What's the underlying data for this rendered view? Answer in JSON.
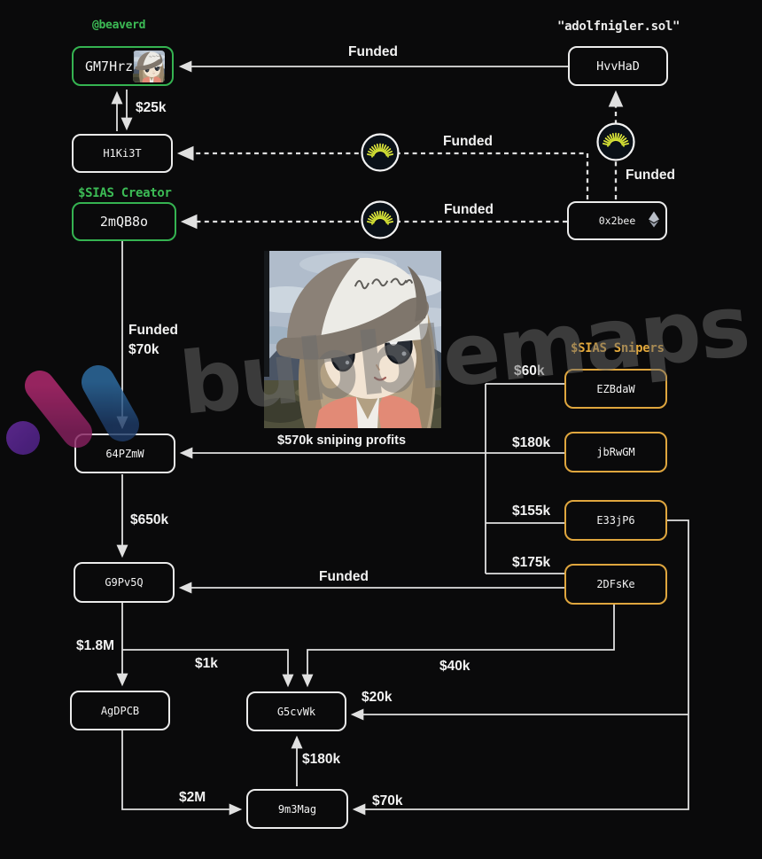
{
  "header_labels": {
    "beaverd": "@beaverd",
    "adolf": "\"adolfnigler.sol\"",
    "sias_creator": "$SIAS Creator",
    "sias_snipers": "$SIAS Snipers"
  },
  "nodes": {
    "gm7hrz": "GM7Hrz",
    "hvvhad": "HvvHaD",
    "h1ki3t": "H1Ki3T",
    "mqb8o": "2mQB8o",
    "oxbee": "0x2bee",
    "pzmw": "64PZmW",
    "ezbdaw": "EZBdaW",
    "jbrwgm": "jbRwGM",
    "e33jp6": "E33jP6",
    "dfske": "2DFsKe",
    "g9pv5q": "G9Pv5Q",
    "agdpcb": "AgDPCB",
    "g5cvwk": "G5cvWk",
    "m3mag": "9m3Mag"
  },
  "edge_labels": {
    "funded_top": "Funded",
    "k25": "$25k",
    "funded_h1": "Funded",
    "funded_2m": "Funded",
    "funded_0x": "Funded",
    "funded_64": "Funded",
    "k70_64": "$70k",
    "profits": "$570k sniping profits",
    "k60": "$60k",
    "k180": "$180k",
    "k155": "$155k",
    "k175": "$175k",
    "k650": "$650k",
    "funded_g9": "Funded",
    "m18": "$1.8M",
    "k1": "$1k",
    "k40": "$40k",
    "k20": "$20k",
    "k180b": "$180k",
    "m2": "$2M",
    "k70": "$70k"
  },
  "watermark": {
    "text": "bubblemaps"
  },
  "colors": {
    "background": "#0a0a0b",
    "green": "#35b351",
    "orange": "#dfa63e",
    "line": "#e0e0e0",
    "coin_yellow": "#dfe93c"
  }
}
